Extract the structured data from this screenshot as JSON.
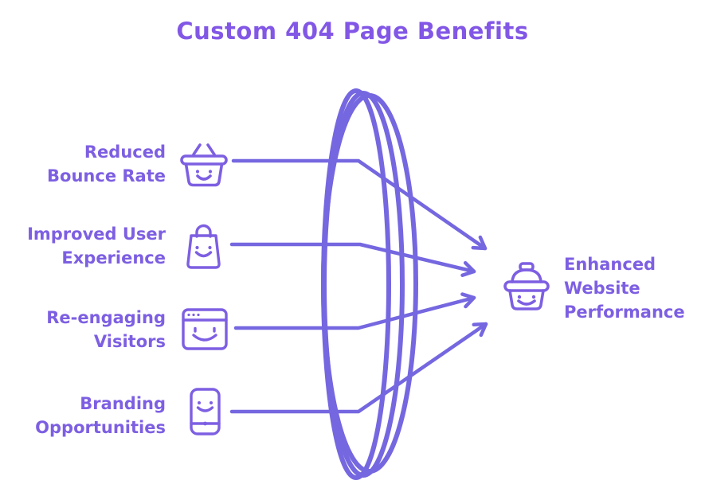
{
  "title": "Custom 404 Page Benefits",
  "colors": {
    "title": "#8257e6",
    "text": "#7d5fe2",
    "stroke": "#7567e0",
    "bg": "#ffffff"
  },
  "benefits": [
    {
      "line1": "Reduced",
      "line2": "Bounce Rate",
      "icon": "smiling-basket-icon"
    },
    {
      "line1": "Improved User",
      "line2": "Experience",
      "icon": "smiling-shopping-bag-icon"
    },
    {
      "line1": "Re-engaging",
      "line2": "Visitors",
      "icon": "smiling-browser-window-icon"
    },
    {
      "line1": "Branding",
      "line2": "Opportunities",
      "icon": "smiling-phone-icon"
    }
  ],
  "result": {
    "line1": "Enhanced",
    "line2": "Website",
    "line3": "Performance",
    "icon": "smiling-lidded-basket-icon"
  },
  "funnel": {
    "shape": "hand-drawn lens ellipse",
    "arrow_count": 4,
    "description": "each benefit arrow passes through the lens and converges on the result icon"
  }
}
